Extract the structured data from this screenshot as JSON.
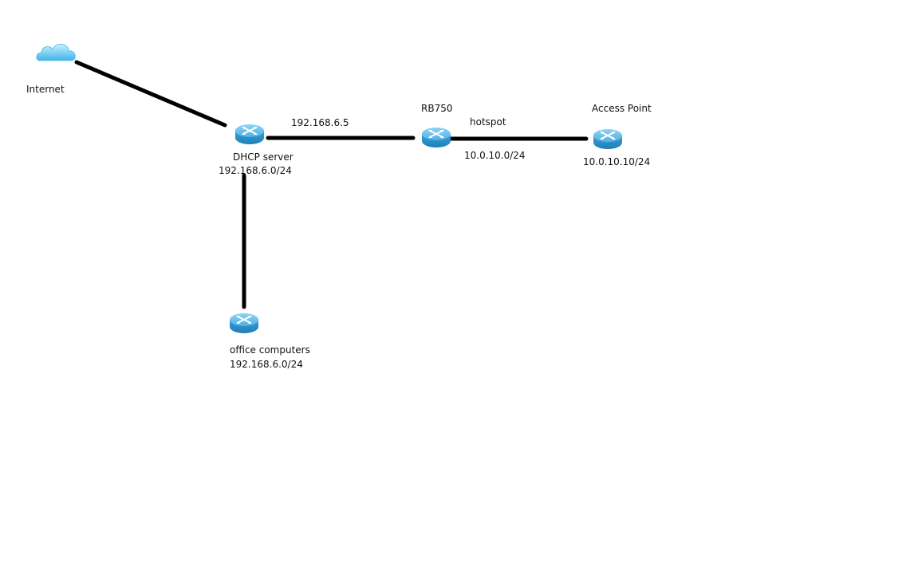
{
  "diagram": {
    "nodes": [
      {
        "id": "internet",
        "type": "cloud-icon",
        "labels": [
          "Internet"
        ]
      },
      {
        "id": "dhcp",
        "type": "router-icon",
        "labels": [
          "DHCP server",
          "192.168.6.0/24"
        ]
      },
      {
        "id": "rb750",
        "type": "router-icon",
        "labels": [
          "RB750"
        ]
      },
      {
        "id": "ap",
        "type": "router-icon",
        "labels": [
          "Access Point",
          "10.0.10.10/24"
        ]
      },
      {
        "id": "office",
        "type": "router-icon",
        "labels": [
          "office computers",
          "192.168.6.0/24"
        ]
      }
    ],
    "links": [
      {
        "from": "internet",
        "to": "dhcp",
        "labels": []
      },
      {
        "from": "dhcp",
        "to": "rb750",
        "labels": [
          "192.168.6.5"
        ]
      },
      {
        "from": "rb750",
        "to": "ap",
        "labels": [
          "hotspot",
          "10.0.10.0/24"
        ]
      },
      {
        "from": "dhcp",
        "to": "office",
        "labels": []
      }
    ]
  },
  "colors": {
    "link": "#000000",
    "router_top": "#5fb8e6",
    "router_side": "#2e8fc4",
    "cloud": "#7fd0f0"
  }
}
